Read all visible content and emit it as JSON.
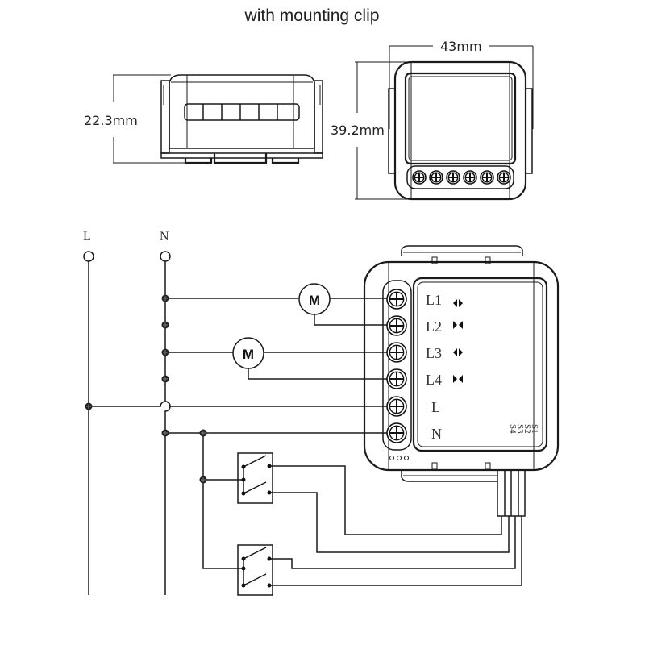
{
  "title": "with mounting clip",
  "dimensions": {
    "height_side": "22.3mm",
    "width_front": "43mm",
    "height_front": "39.2mm"
  },
  "supply": {
    "line_label": "L",
    "neutral_label": "N"
  },
  "motors": [
    {
      "label": "M"
    },
    {
      "label": "M"
    }
  ],
  "module": {
    "terminals": [
      {
        "label": "L1",
        "icon": "open-arrows-icon"
      },
      {
        "label": "L2",
        "icon": "close-arrows-icon"
      },
      {
        "label": "L3",
        "icon": "open-arrows-icon"
      },
      {
        "label": "L4",
        "icon": "close-arrows-icon"
      },
      {
        "label": "L",
        "icon": ""
      },
      {
        "label": "N",
        "icon": ""
      }
    ],
    "switch_inputs": [
      "S1",
      "S2",
      "S3",
      "S4"
    ]
  },
  "switches": [
    {
      "name": "double-rocker-switch-1"
    },
    {
      "name": "double-rocker-switch-2"
    }
  ]
}
